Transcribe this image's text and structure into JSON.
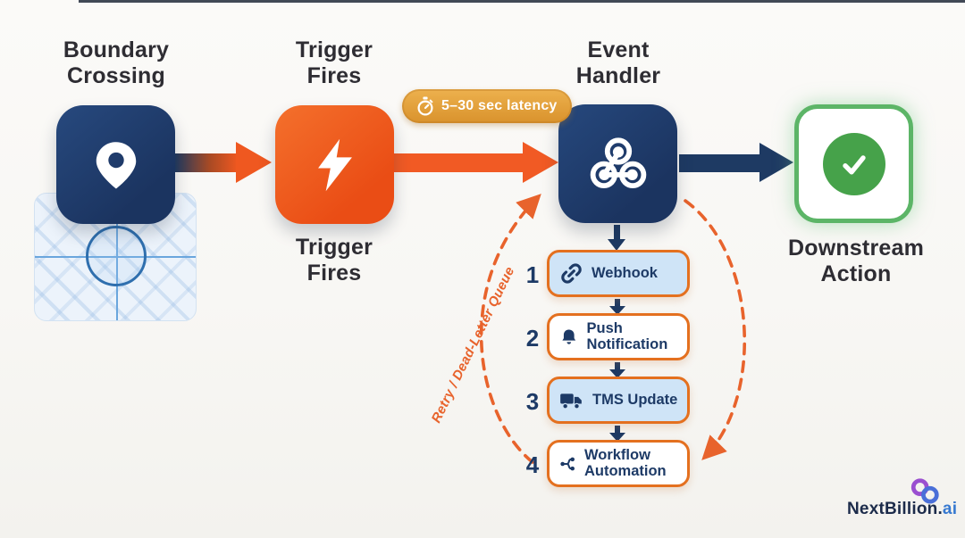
{
  "header": {
    "boundary": "Boundary Crossing",
    "trigger": "Trigger Fires",
    "event": "Event Handler"
  },
  "captions": {
    "trigger": "Trigger Fires",
    "downstream": "Downstream Action"
  },
  "badge": {
    "label": "5–30 sec latency",
    "icon": "stopwatch-icon"
  },
  "flow_items": [
    {
      "num": "1",
      "label": "Webhook",
      "icon": "chain-link-icon"
    },
    {
      "num": "2",
      "label": "Push Notification",
      "icon": "bell-icon"
    },
    {
      "num": "3",
      "label": "TMS Update",
      "icon": "truck-icon"
    },
    {
      "num": "4",
      "label": "Workflow Automation",
      "icon": "workflow-branch-icon"
    }
  ],
  "retry_label": "Retry / Dead-Letter Queue",
  "logo": {
    "name": "NextBillion",
    "dot": ".",
    "tld": "ai"
  },
  "node_icons": {
    "boundary": "location-pin-icon",
    "trigger": "lightning-bolt-icon",
    "event": "webhook-icon",
    "downstream": "checkmark-icon"
  },
  "colors": {
    "navy": "#1e3a63",
    "orange": "#f15a24",
    "badge_gold": "#e0a23c",
    "green": "#46a24a",
    "green_border": "#5cb567",
    "item_border": "#e4701f",
    "light_blue_fill": "#cfe4f7",
    "dashed_orange": "#e8632c",
    "title_text": "#2e2d33"
  }
}
